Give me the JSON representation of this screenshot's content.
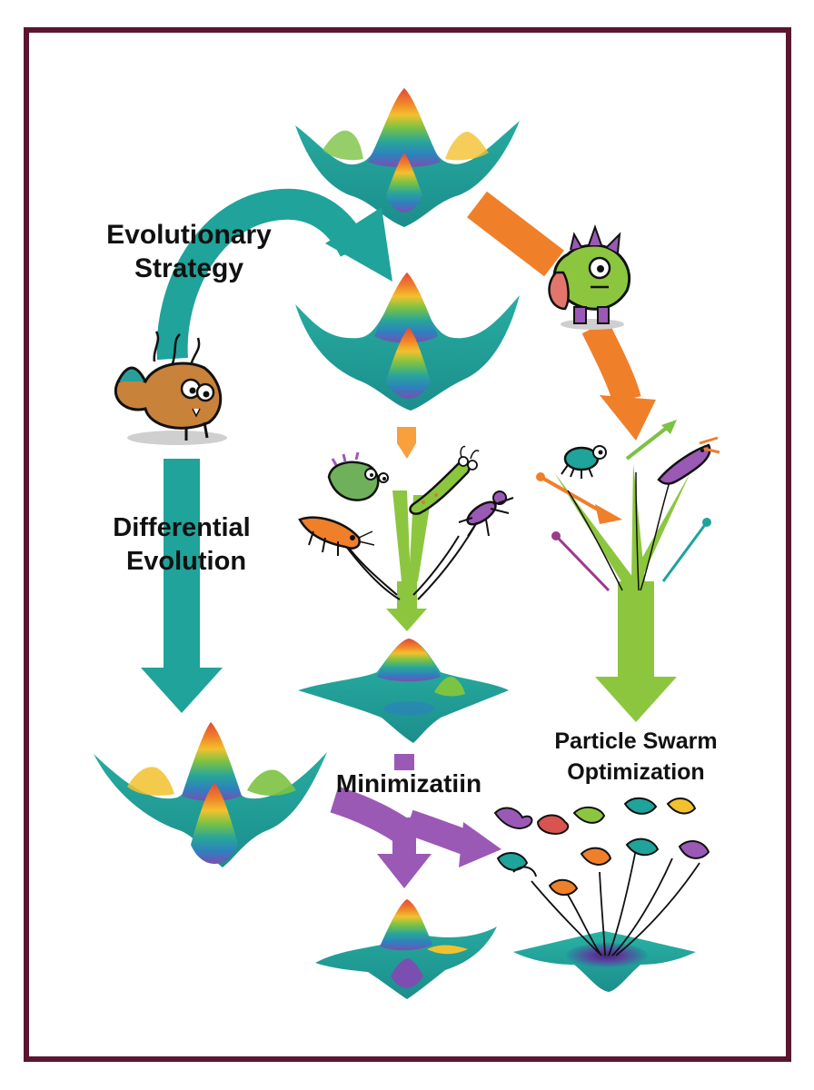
{
  "labels": {
    "evolutionary_line1": "Evolutionary",
    "evolutionary_line2": "Strategy",
    "differential_line1": "Differential",
    "differential_line2": "Evolution",
    "pso_line1": "Particle Swarm",
    "pso_line2": "Optimization",
    "minimization": "Minimizatiin"
  },
  "colors": {
    "frame": "#5a1630",
    "teal": "#1fa39a",
    "orange": "#f07f2a",
    "green": "#8cc63f",
    "purple": "#9b59b6",
    "landscape_base": "#1f9f9b",
    "landscape_peak": [
      "#7b4fb0",
      "#2f7fbf",
      "#28a59a",
      "#7cc243",
      "#f2c12e",
      "#f07f2a",
      "#e04a3a"
    ]
  },
  "icons": {
    "es_creature": "lizard-creature-icon",
    "pso_creature": "monster-creature-icon",
    "de_creatures": [
      "green-bug-icon",
      "green-worm-icon",
      "orange-shrimp-icon",
      "purple-insect-icon"
    ],
    "pso_particles": [
      "teal-mite-icon",
      "purple-fish-icon"
    ],
    "swarm": "bird-swarm-icon"
  }
}
